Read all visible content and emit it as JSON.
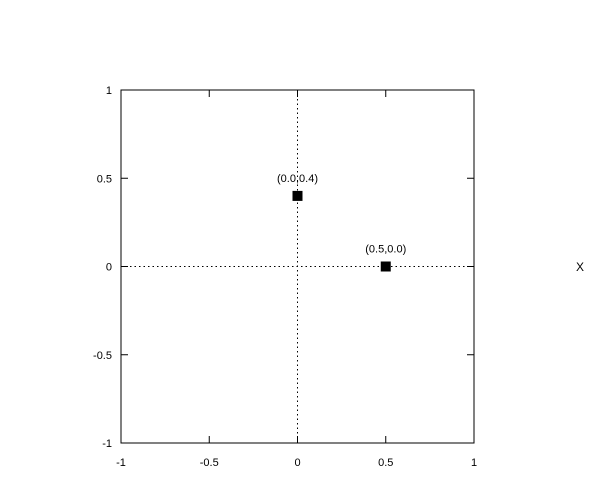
{
  "chart_data": {
    "type": "scatter",
    "title": "",
    "xlabel": "X",
    "ylabel": "",
    "xlim": [
      -1,
      1
    ],
    "ylim": [
      -1,
      1
    ],
    "x_ticks": [
      -1,
      -0.5,
      0,
      0.5,
      1
    ],
    "y_ticks": [
      -1,
      -0.5,
      0,
      0.5,
      1
    ],
    "x_tick_labels": [
      "-1",
      "-0.5",
      "0",
      "0.5",
      "1"
    ],
    "y_tick_labels": [
      "-1",
      "-0.5",
      "0",
      "0.5",
      "1"
    ],
    "zero_axes": true,
    "zero_axis_style": "dotted",
    "grid": false,
    "legend": "none",
    "marker": "square",
    "marker_color": "#000000",
    "series": [
      {
        "points": [
          {
            "x": 0.0,
            "y": 0.4,
            "label": "(0.0,0.4)"
          },
          {
            "x": 0.5,
            "y": 0.0,
            "label": "(0.5,0.0)"
          }
        ]
      }
    ]
  }
}
